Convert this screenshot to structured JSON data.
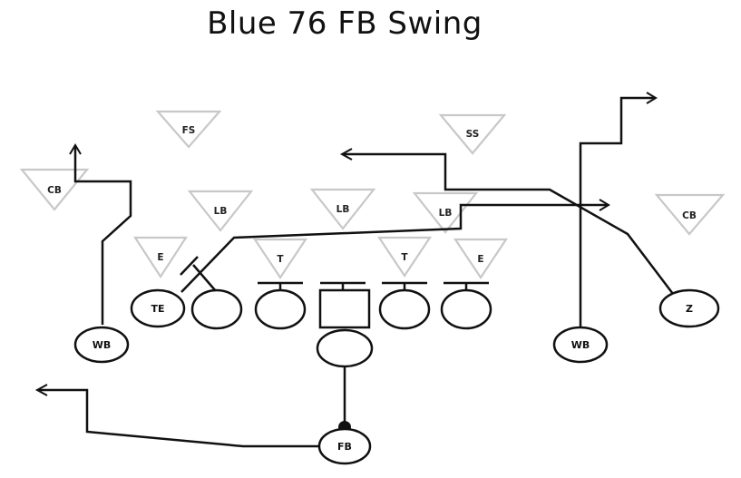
{
  "title": "Blue 76 FB Swing",
  "offense": {
    "te": "TE",
    "wb_left": "WB",
    "wb_right": "WB",
    "z": "Z",
    "fb": "FB"
  },
  "defense": {
    "fs": "FS",
    "ss": "SS",
    "cb_left": "CB",
    "cb_right": "CB",
    "lb_left": "LB",
    "lb_middle": "LB",
    "lb_right": "LB",
    "e_left": "E",
    "t_left": "T",
    "t_right": "T",
    "e_right": "E"
  }
}
